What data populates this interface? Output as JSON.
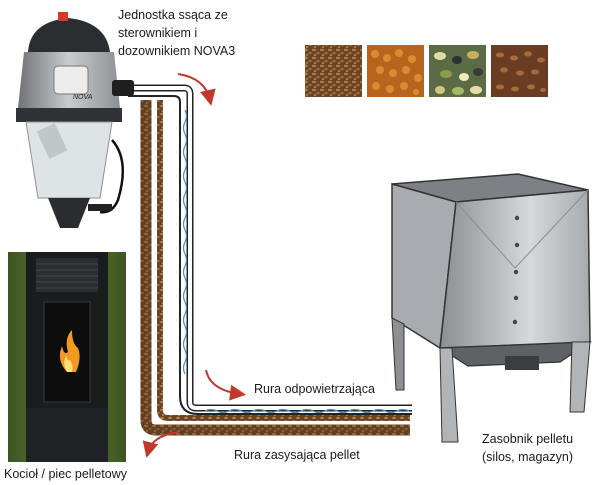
{
  "labels": {
    "suction_unit": [
      "Jednostka ssąca ze",
      "sterownikiem i",
      "dozownikiem NOVA3"
    ],
    "vent_pipe": "Rura odpowietrzająca",
    "suction_pipe": "Rura zasysająca pellet",
    "boiler": "Kocioł / piec pelletowy",
    "hopper": [
      "Zasobnik pelletu",
      "(silos, magazyn)"
    ],
    "brand": "NOVA"
  },
  "colors": {
    "pellet_brown": "#7a5230",
    "air_blue": "#4a90c8",
    "arrow_red": "#c0392b",
    "metal_gray": "#9a9ea2",
    "boiler_green": "#4e6b2a"
  }
}
